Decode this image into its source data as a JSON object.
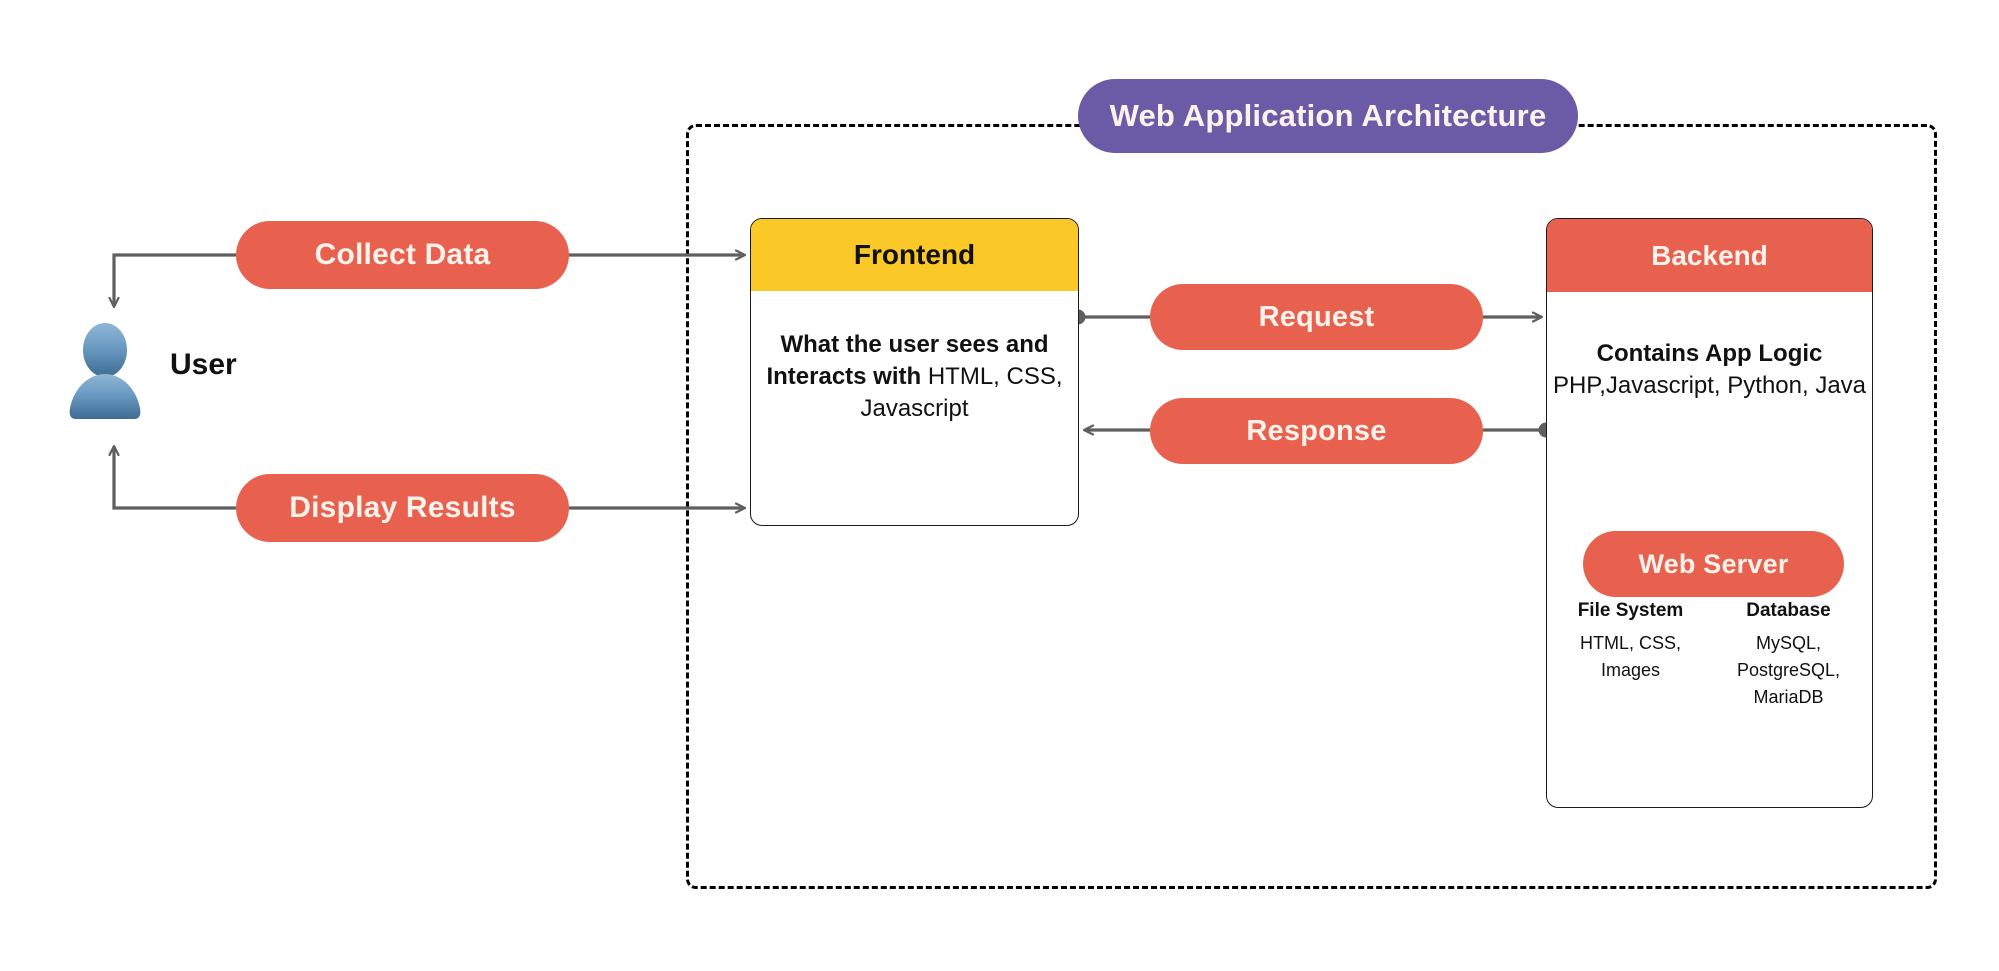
{
  "diagram": {
    "title": "Web Application Architecture",
    "background": "#ffffff",
    "colors": {
      "accent_salmon": "#E8614E",
      "accent_purple": "#6B5BA6",
      "accent_yellow": "#FBC927",
      "wire_gray": "#5F5F5F",
      "container_border": "#000000",
      "pill_text": "#FBF2EC",
      "user_icon_top": "#7BA8CC",
      "user_icon_bottom": "#3E6F96"
    }
  },
  "actor": {
    "label": "User",
    "icon": "user-silhouette-icon"
  },
  "flows": {
    "collect_data": "Collect Data",
    "display_results": "Display Results",
    "request": "Request",
    "response": "Response"
  },
  "frontend": {
    "header": "Frontend",
    "body_bold": "What the user sees and Interacts with",
    "body_regular": "HTML, CSS, Javascript"
  },
  "backend": {
    "header": "Backend",
    "logic_bold": "Contains App Logic",
    "logic_regular": "PHP,Javascript, Python, Java",
    "web_server": "Web Server",
    "columns": [
      {
        "title": "File System",
        "items": "HTML, CSS, Images"
      },
      {
        "title": "Database",
        "items": "MySQL, PostgreSQL, MariaDB"
      }
    ]
  }
}
